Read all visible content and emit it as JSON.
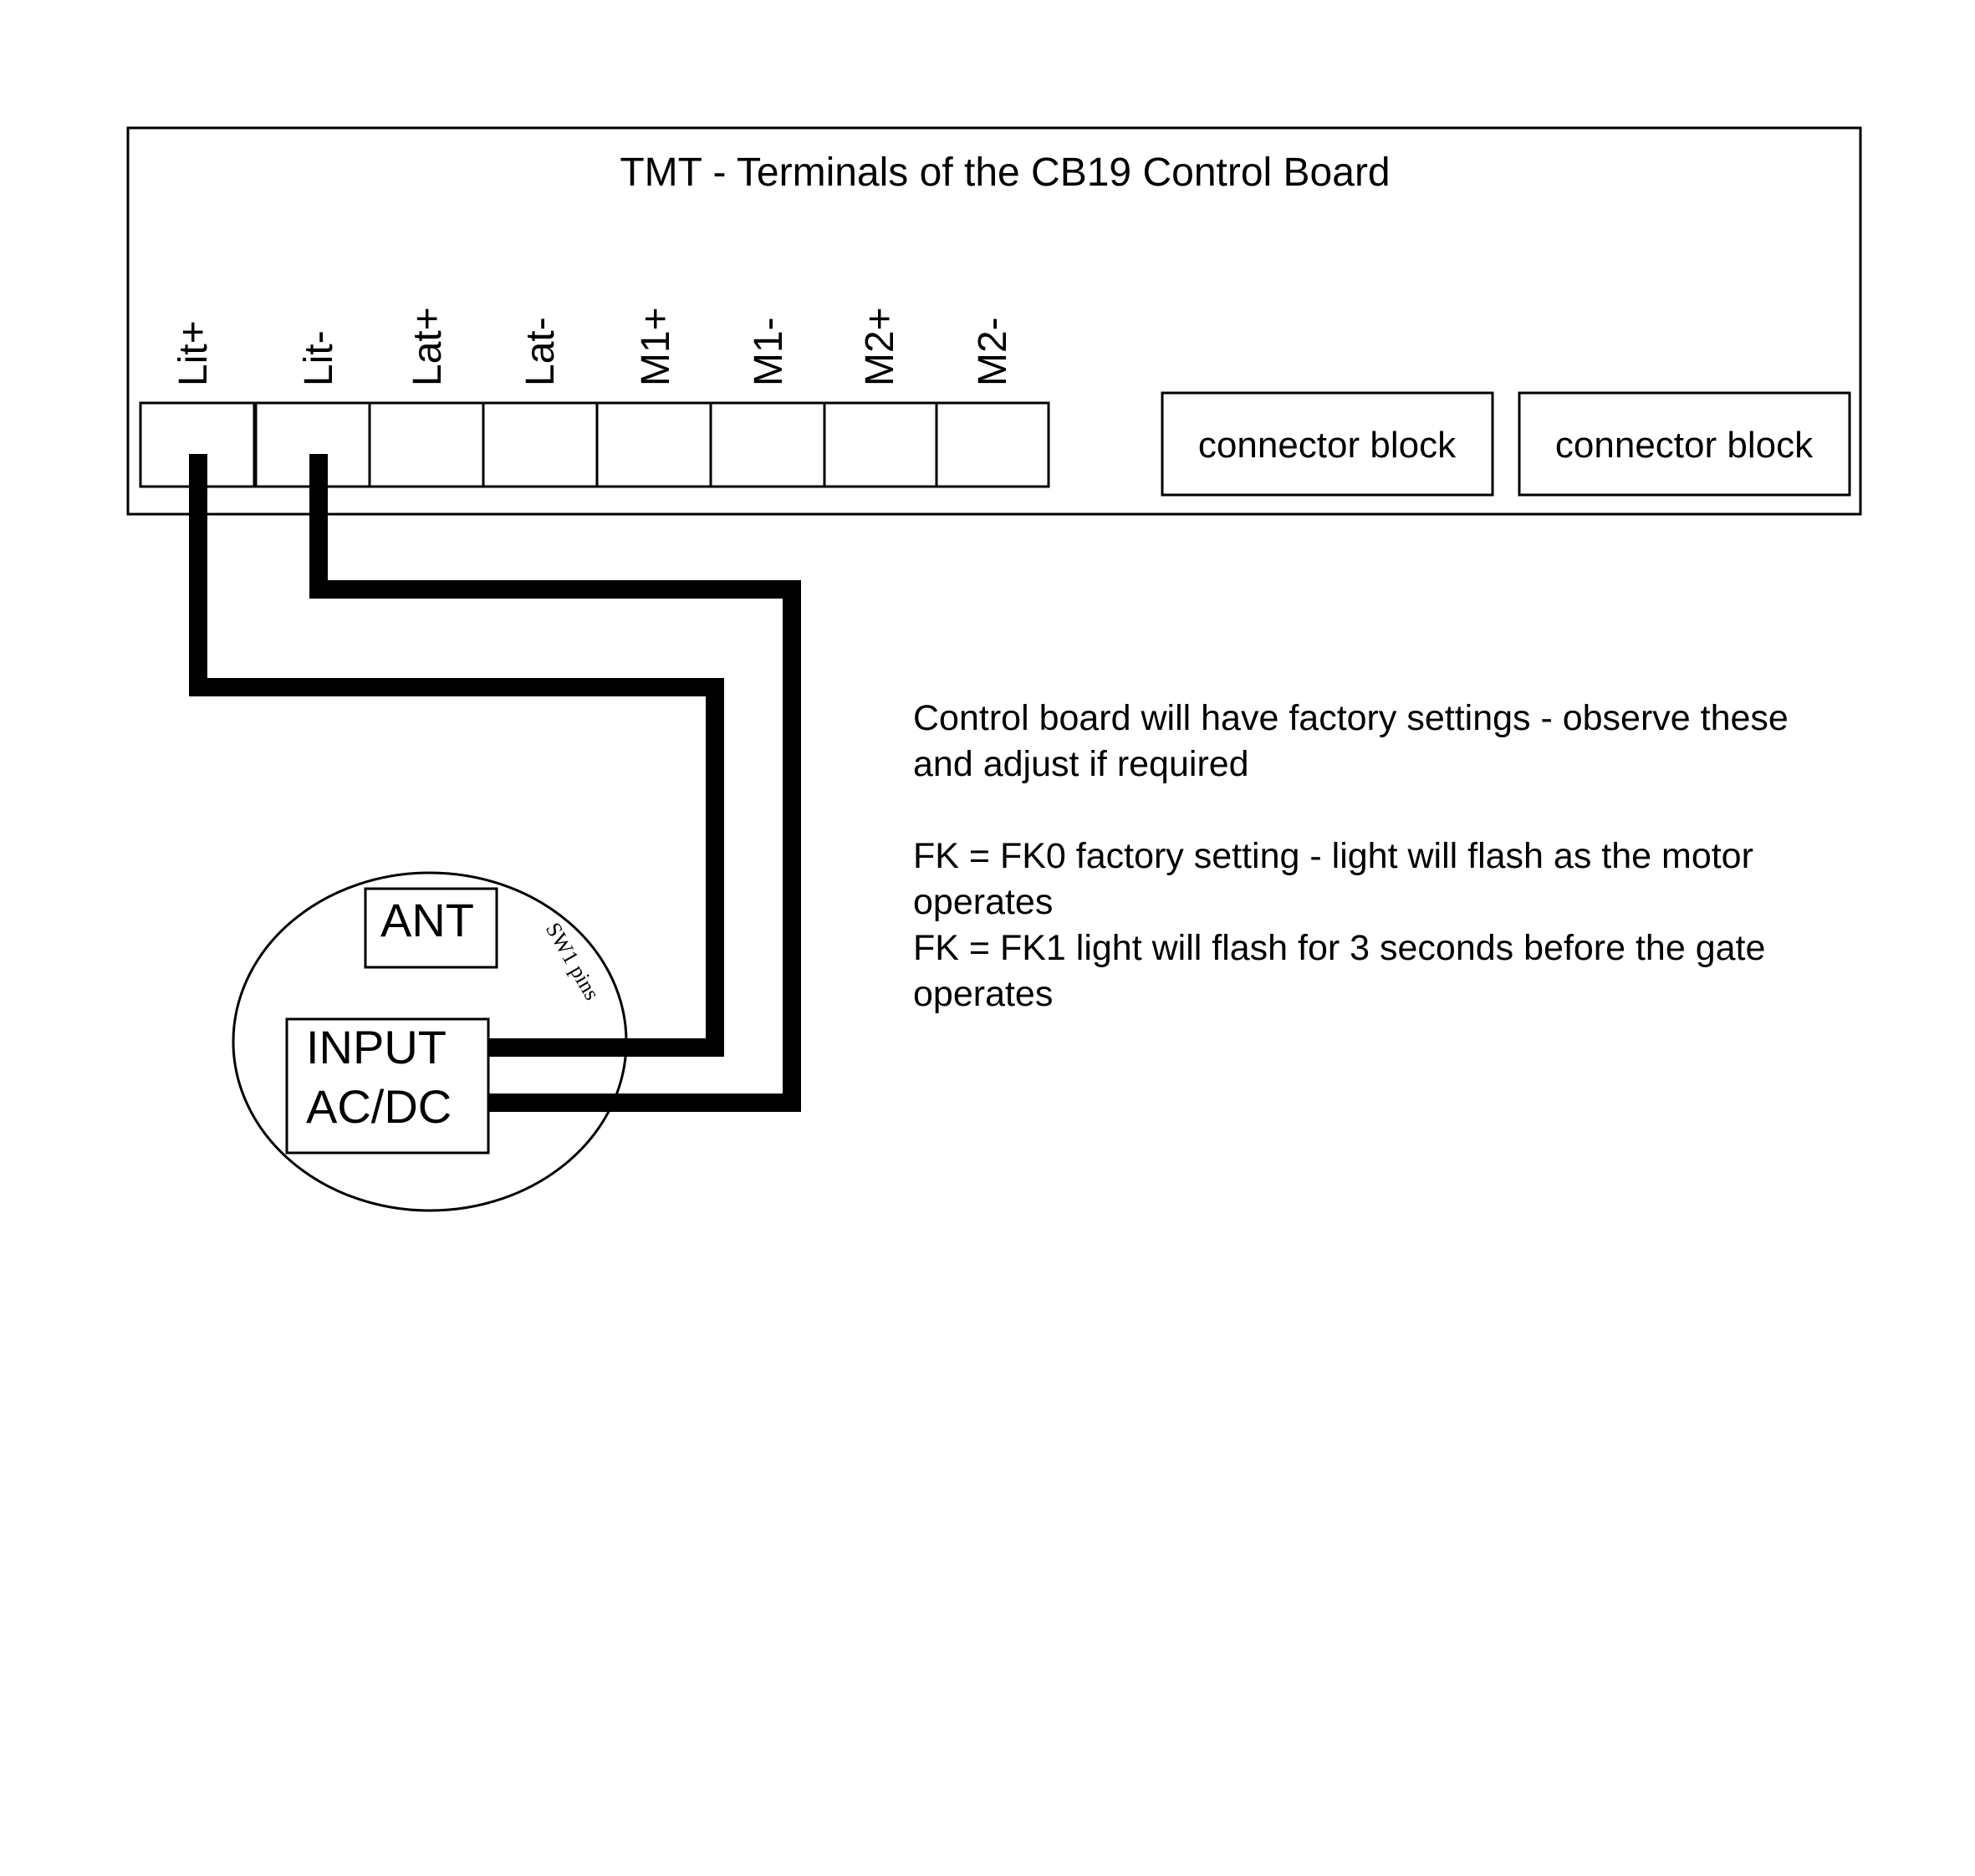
{
  "board": {
    "title": "TMT - Terminals of the CB19 Control Board",
    "terminals": [
      "Lit+",
      "Lit-",
      "Lat+",
      "Lat-",
      "M1+",
      "M1-",
      "M2+",
      "M2-"
    ],
    "connector_blocks": [
      "connector block",
      "connector block"
    ]
  },
  "receiver": {
    "ant_label": "ANT",
    "input_label_line1": "INPUT",
    "input_label_line2": "AC/DC",
    "pins_label": "SW1 pins"
  },
  "notes": {
    "line1": "Control board will have factory settings - observe these",
    "line2": "and adjust if required",
    "line3": "FK = FK0 factory setting - light will flash as the motor",
    "line4": "operates",
    "line5": "FK = FK1 light will flash for 3 seconds before the gate",
    "line6": "operates"
  },
  "colors": {
    "line": "#000000",
    "background": "#ffffff"
  }
}
